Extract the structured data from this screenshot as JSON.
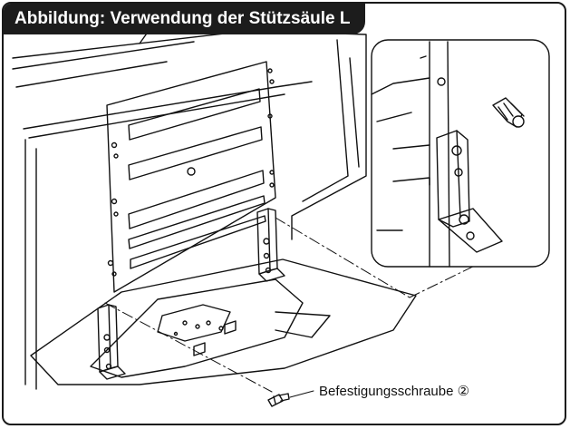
{
  "figure": {
    "title": "Abbildung: Verwendung der Stützsäule L",
    "callout_label": "Befestigungsschraube",
    "callout_number": "②"
  }
}
